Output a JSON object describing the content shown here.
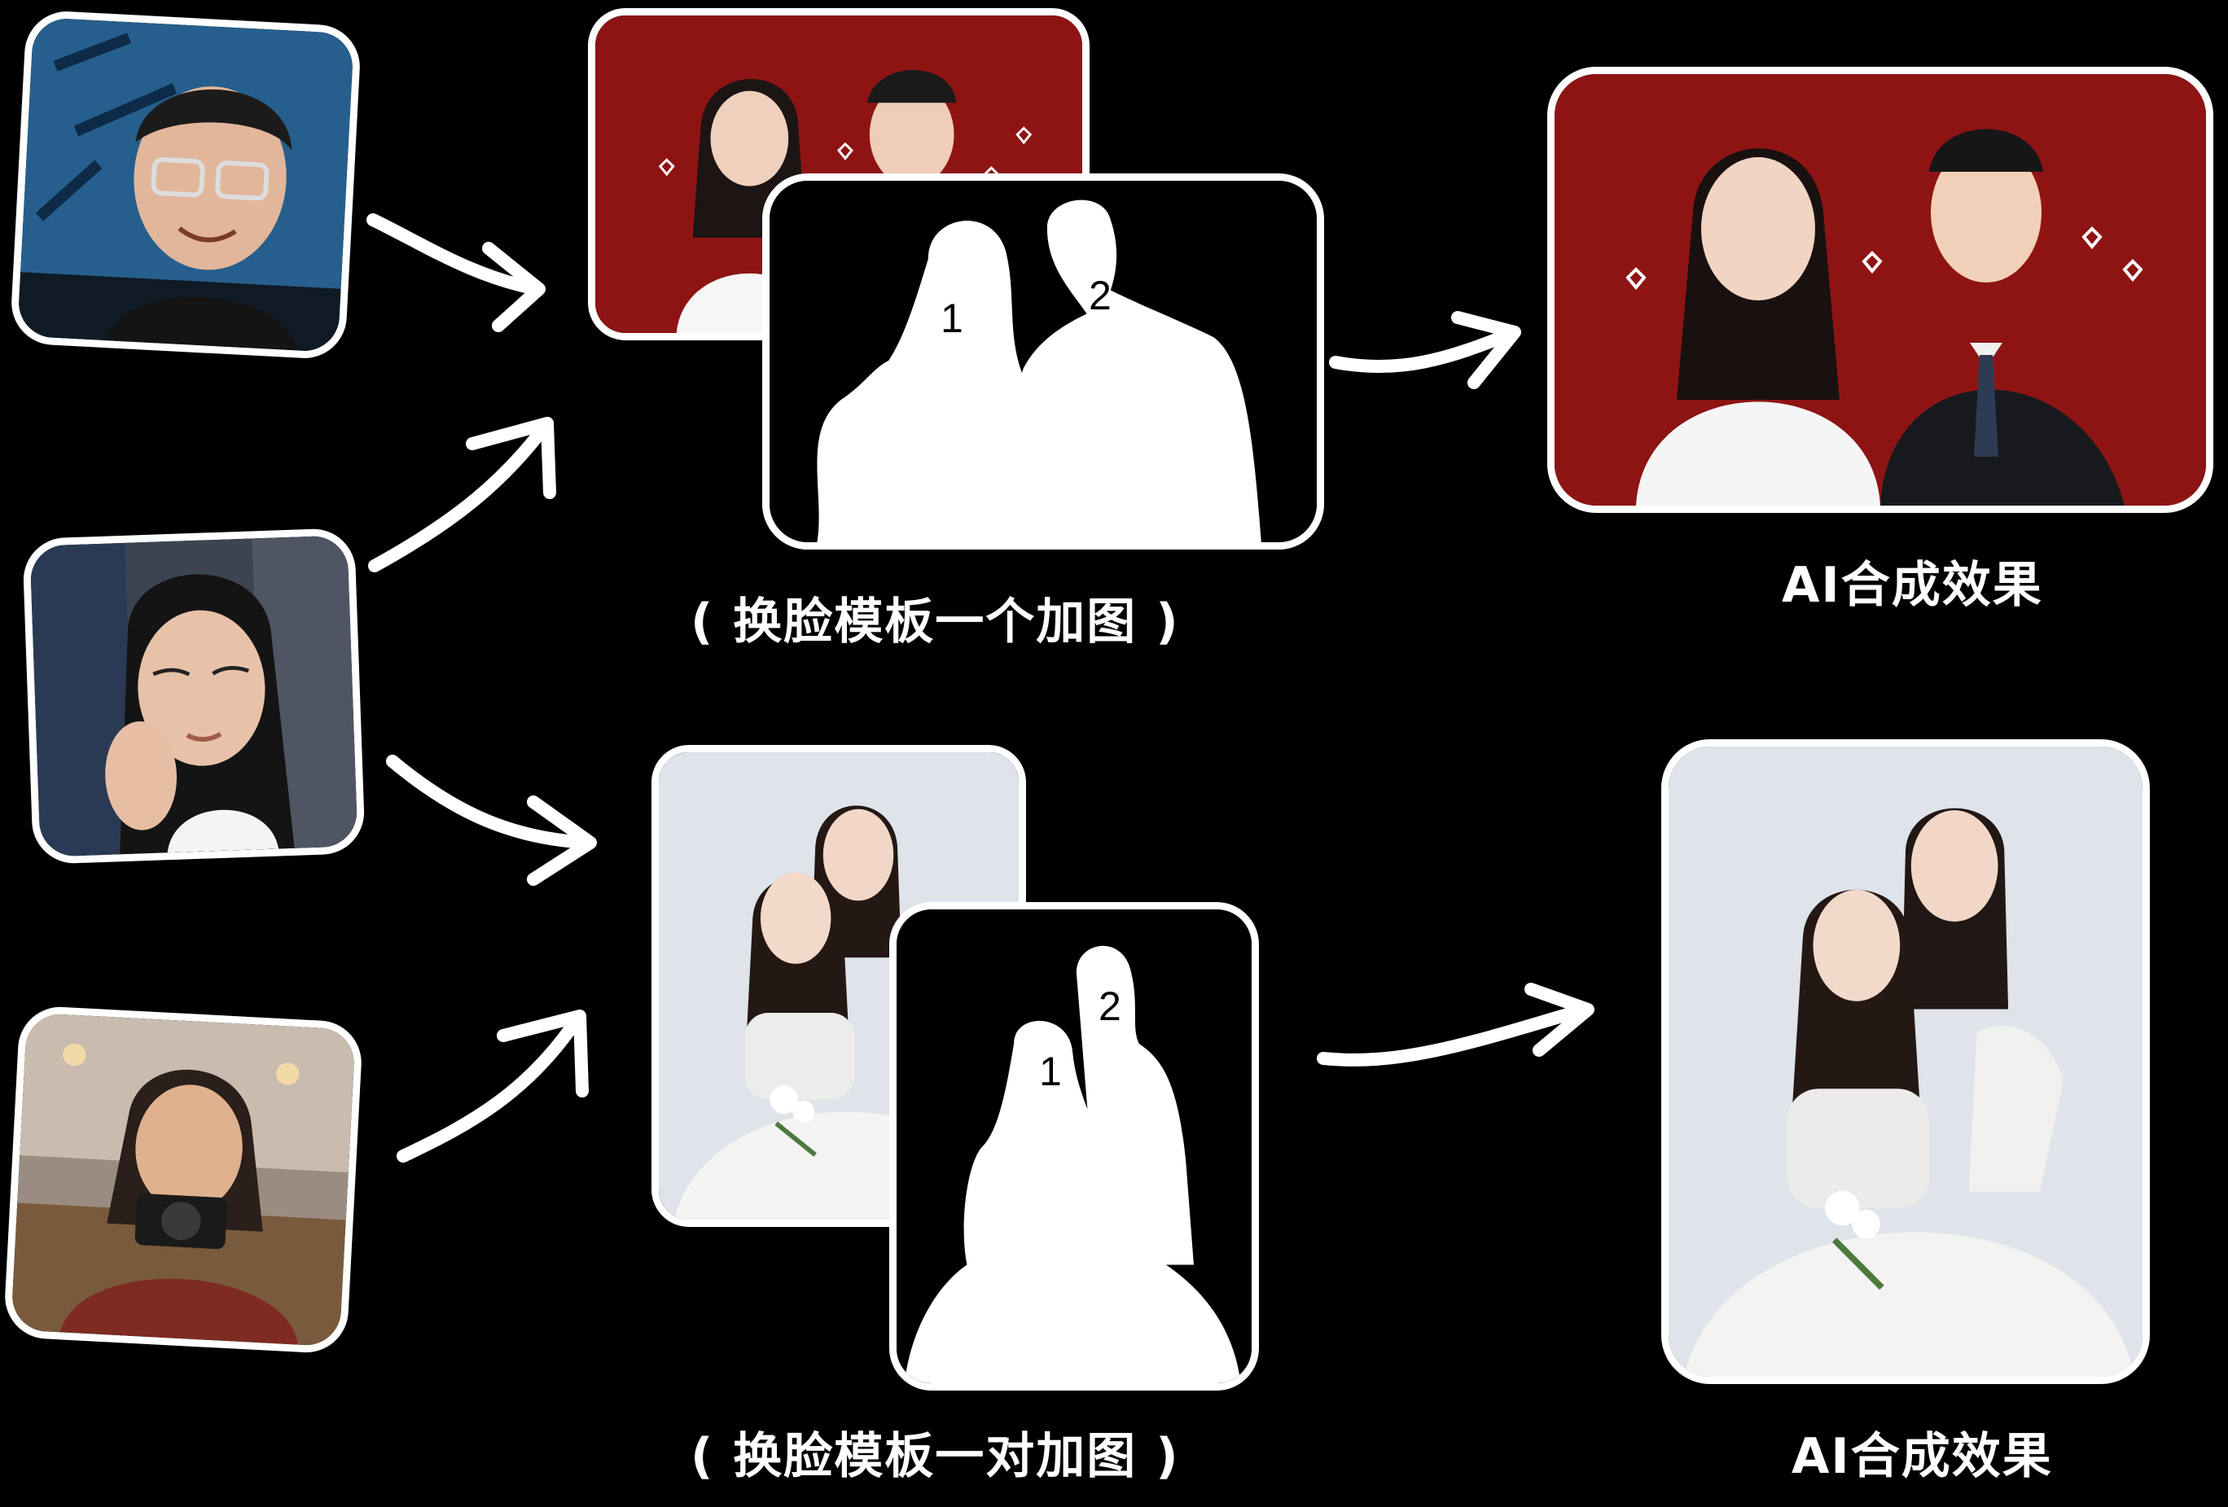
{
  "sources": [
    {
      "icon": "portrait-man-glasses"
    },
    {
      "icon": "portrait-woman-long-hair"
    },
    {
      "icon": "portrait-woman-camera"
    }
  ],
  "rows": [
    {
      "template_icon": "couple-red-background-photo",
      "mask_numbers": [
        "1",
        "2"
      ],
      "caption": "( 换脸模板一个加图 )",
      "result_icon": "ai-generated-couple-photo",
      "result_caption": "AI合成效果"
    },
    {
      "template_icon": "two-brides-white-background-photo",
      "mask_numbers": [
        "1",
        "2"
      ],
      "caption": "( 换脸模板一对加图 )",
      "result_icon": "ai-generated-brides-photo",
      "result_caption": "AI合成效果"
    }
  ],
  "colors": {
    "background": "#000000",
    "stroke": "#ffffff",
    "red_backdrop": "#8e1414",
    "grey_backdrop": "#dfe3ea"
  }
}
